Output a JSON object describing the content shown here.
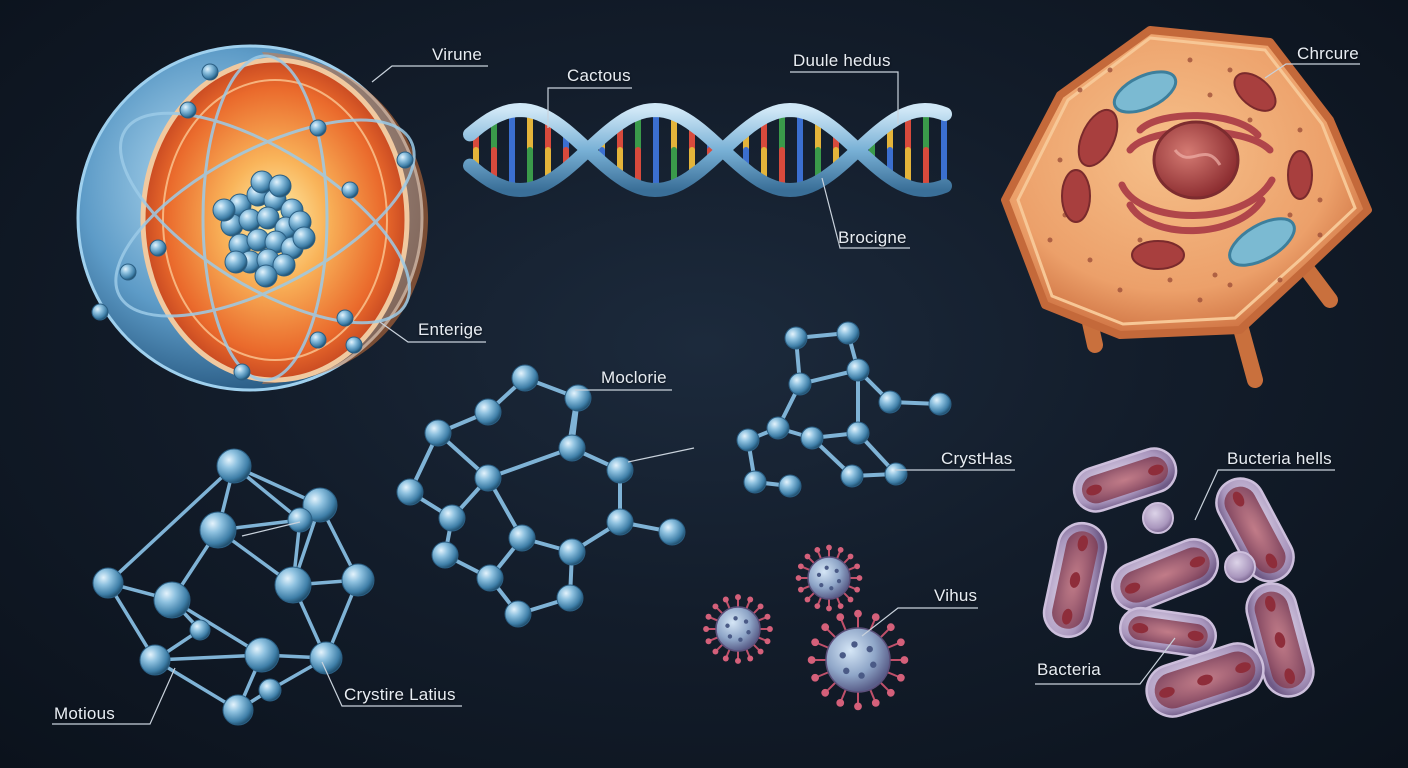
{
  "labels": {
    "atom_top": "Virune",
    "atom_bottom": "Enterige",
    "dna_left": "Cactous",
    "dna_right": "Duule hedus",
    "dna_bottom": "Brocigne",
    "cell": "Chrcure",
    "molecule_center": "Moclorie",
    "molecule_right": "CrystHas",
    "lattice_left": "Motious",
    "lattice_right": "Crystire Latius",
    "virus": "Vihus",
    "bacteria_top": "Bucteria hells",
    "bacteria_bottom": "Bacteria"
  },
  "colors": {
    "background": "#121b28",
    "label_text": "#e8edf3",
    "leader_line": "#c9d2dc",
    "sphere_blue": "#7fb6d8",
    "nucleus_orange": "#e8642c",
    "cell_body": "#eea26a",
    "organelle_red": "#b04a48",
    "virus_spike": "#c0506a",
    "bacteria_body": "#b9aac6"
  }
}
